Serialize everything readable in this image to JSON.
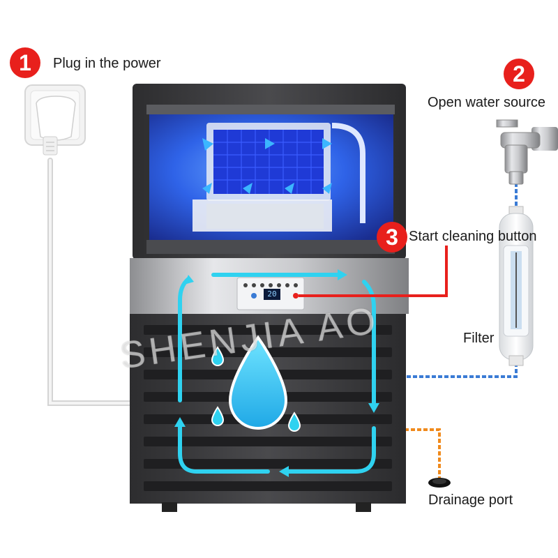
{
  "steps": [
    {
      "number": "1",
      "label": "Plug in the power"
    },
    {
      "number": "2",
      "label": "Open water source"
    },
    {
      "number": "3",
      "label": "Start cleaning button"
    }
  ],
  "labels": {
    "filter": "Filter",
    "drainage": "Drainage port"
  },
  "display": {
    "readout": "20"
  },
  "watermark": "SHENJIA AO",
  "colors": {
    "badge": "#e8201c",
    "water_path": "#2fd2f0",
    "water_line": "#3a7bd5",
    "drain_line": "#f08a1c",
    "machine_body": "#3a3a3c",
    "ice_chamber_light": "#2a5cff"
  },
  "icons": [
    "power-socket-icon",
    "water-tap-icon",
    "water-filter-icon",
    "water-drop-icon",
    "drain-port-icon"
  ]
}
